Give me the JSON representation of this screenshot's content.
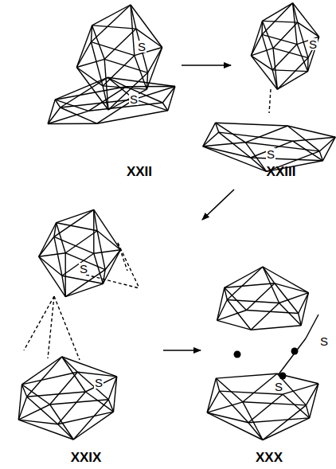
{
  "diagram": {
    "labels": [
      "S",
      "S",
      "S",
      "S",
      "XXII",
      "XXIII",
      "S",
      "S",
      "S",
      "S",
      "XXIX",
      "XXX"
    ]
  }
}
